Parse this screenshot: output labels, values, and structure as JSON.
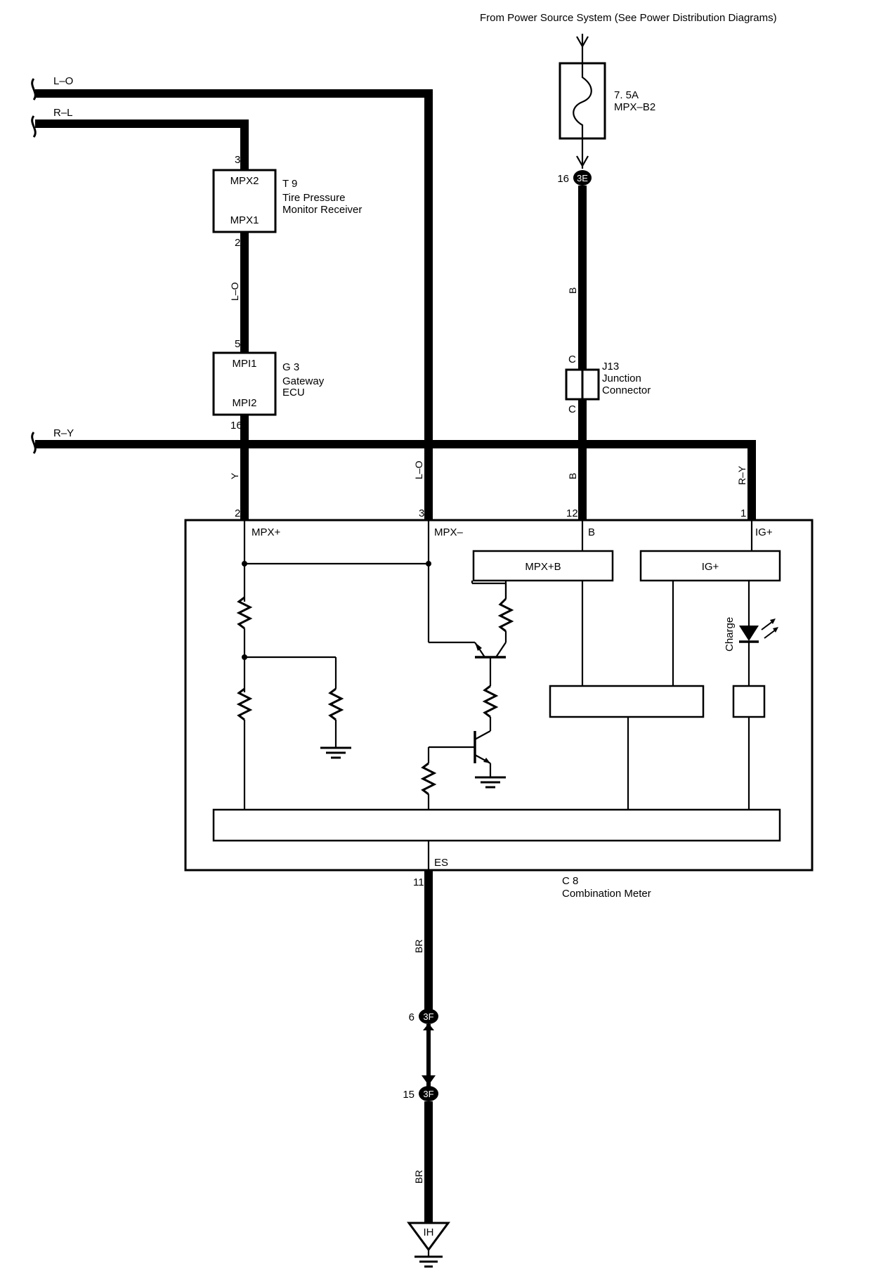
{
  "source_note": "From Power Source System (See Power Distribution Diagrams)",
  "fuse": {
    "rating": "7. 5A",
    "name": "MPX–B2"
  },
  "incoming_wires": {
    "l_o": "L–O",
    "r_l": "R–L",
    "r_y": "R–Y"
  },
  "tpms_receiver": {
    "code": "T 9",
    "name_line1": "Tire Pressure",
    "name_line2": "Monitor Receiver",
    "terminal_top": "MPX2",
    "terminal_bottom": "MPX1",
    "pin_top": "3",
    "pin_bottom": "2"
  },
  "gateway_ecu": {
    "code": "G 3",
    "name_line1": "Gateway",
    "name_line2": "ECU",
    "terminal_top": "MPI1",
    "terminal_bottom": "MPI2",
    "pin_top": "5",
    "pin_bottom": "16"
  },
  "junction": {
    "code": "J13",
    "name_line1": "Junction",
    "name_line2": "Connector",
    "pin_top": "C",
    "pin_bottom": "C"
  },
  "connector_3e": {
    "label": "3E",
    "pin": "16"
  },
  "connector_3f_upper": {
    "label": "3F",
    "pin": "6"
  },
  "connector_3f_lower": {
    "label": "3F",
    "pin": "15"
  },
  "ground_point": {
    "label": "IH"
  },
  "wire_colors": {
    "tpms_to_gateway": "L–O",
    "fuse_to_junction": "B",
    "gateway_to_meter": "Y",
    "lo_to_meter": "L–O",
    "b_to_meter": "B",
    "ry_to_meter": "R–Y",
    "ground_upper": "BR",
    "ground_lower": "BR"
  },
  "combination_meter": {
    "code": "C 8",
    "name": "Combination Meter",
    "terminals": {
      "mpx_plus": "MPX+",
      "mpx_minus": "MPX–",
      "b": "B",
      "ig_plus": "IG+",
      "es": "ES"
    },
    "pins": {
      "mpx_plus": "2",
      "mpx_minus": "3",
      "b": "12",
      "ig_plus": "1",
      "es": "11"
    },
    "block_mpxb": "MPX+B",
    "block_ig": "IG+",
    "indicator": "Charge"
  }
}
